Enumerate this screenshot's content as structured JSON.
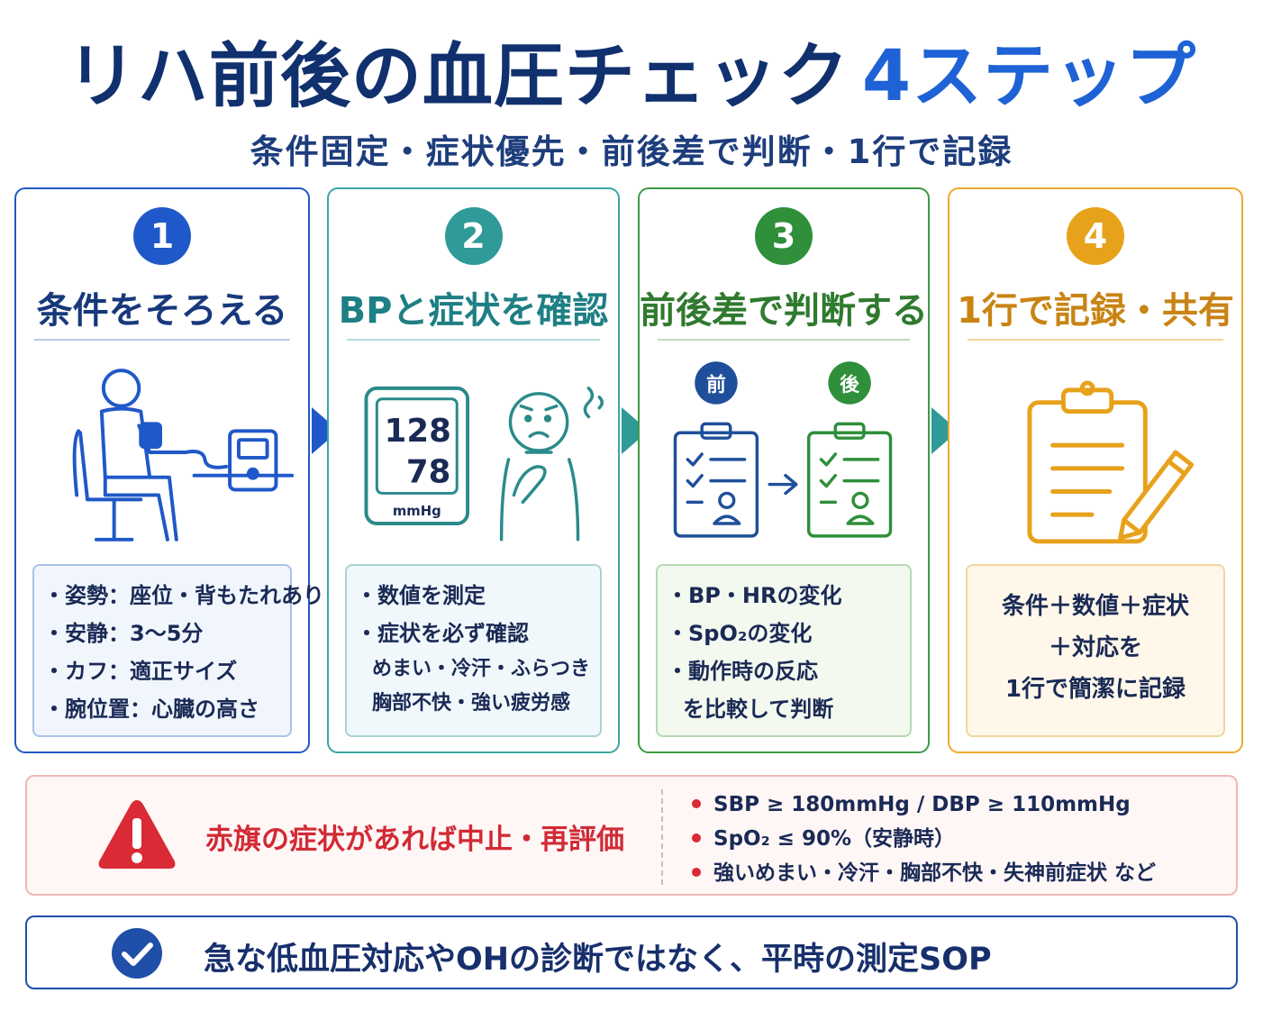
{
  "header": {
    "title_main": "リハ前後の血圧チェック",
    "title_accent": "4ステップ",
    "subtitle": "条件固定・症状優先・前後差で判断・1行で記録"
  },
  "steps": [
    {
      "number": "1",
      "title": "条件をそろえる",
      "items": [
        "・姿勢：座位・背もたれあり",
        "・安静：3〜5分",
        "・カフ：適正サイズ",
        "・腕位置：心臓の高さ"
      ]
    },
    {
      "number": "2",
      "title": "BPと症状を確認",
      "monitor": {
        "systolic": "128",
        "diastolic": "78",
        "unit": "mmHg"
      },
      "items": [
        "・数値を測定",
        "・症状を必ず確認",
        "めまい・冷汗・ふらつき",
        "胸部不快・強い疲労感"
      ]
    },
    {
      "number": "3",
      "title": "前後差で判断する",
      "before_label": "前",
      "after_label": "後",
      "items": [
        "・BP・HRの変化",
        "・SpO₂の変化",
        "・動作時の反応",
        "を比較して判断"
      ]
    },
    {
      "number": "4",
      "title": "1行で記録・共有",
      "items": [
        "条件＋数値＋症状",
        "＋対応を",
        "1行で簡潔に記録"
      ]
    }
  ],
  "redflag": {
    "title": "赤旗の症状があれば中止・再評価",
    "items": [
      "SBP ≥ 180mmHg / DBP ≥ 110mmHg",
      "SpO₂ ≤ 90%（安静時）",
      "強いめまい・冷汗・胸部不快・失神前症状 など"
    ]
  },
  "footer": {
    "text": "急な低血圧対応やOHの診断ではなく、平時の測定SOP"
  },
  "icons": {
    "warning": "warning-triangle-icon",
    "check": "check-circle-icon",
    "patient": "seated-patient-icon",
    "monitor": "bp-monitor-icon",
    "symptom": "dizzy-person-icon",
    "clipboard": "clipboard-icon",
    "pencil": "pencil-icon"
  },
  "colors": {
    "step1": "#1f58c8",
    "step2": "#2f9a98",
    "step3": "#2f8f3a",
    "step4": "#e7a21c",
    "alert": "#d92a35",
    "navy": "#10306e"
  }
}
